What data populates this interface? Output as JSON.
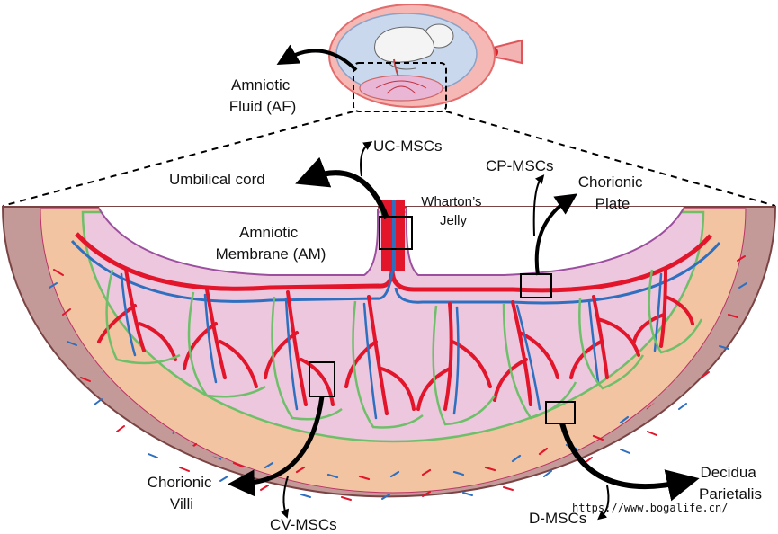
{
  "labels": {
    "amniotic_fluid": [
      "Amniotic",
      "Fluid (AF)"
    ],
    "uc_mscs": "UC-MSCs",
    "umbilical_cord": "Umbilical cord",
    "whartons_jelly": [
      "Wharton’s",
      "Jelly"
    ],
    "cp_mscs": "CP-MSCs",
    "chorionic_plate": [
      "Chorionic",
      "Plate"
    ],
    "amniotic_membrane": [
      "Amniotic",
      "Membrane (AM)"
    ],
    "chorionic_villi": [
      "Chorionic",
      "Villi"
    ],
    "cv_mscs": "CV-MSCs",
    "d_mscs": "D-MSCs",
    "decidua_parietalis": [
      "Decidua",
      "Parietalis"
    ]
  },
  "watermark": "https://www.bogalife.cn/",
  "colors": {
    "uterus_wall": "#c49a98",
    "decidua": "#f2c4a2",
    "villous_space": "#ecc7de",
    "artery": "#e2152b",
    "vein": "#2f6fc0",
    "villus_outline": "#6fbf6a",
    "amnion": "#9b4f9e"
  }
}
